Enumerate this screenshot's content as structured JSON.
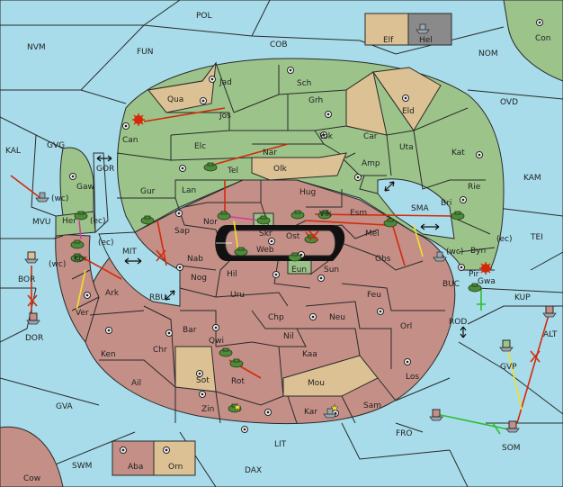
{
  "colors": {
    "sea": "#a8dcea",
    "north_power": "#9cc48a",
    "south_power": "#c48f86",
    "neutral": "#dcc194",
    "order_move": "#d42a0b",
    "order_support": "#f0e12a",
    "order_convoy": "#d33aa0",
    "order_hold": "#2fbf2f"
  },
  "sea_labels": {
    "pol": "POL",
    "nvm": "NVM",
    "fun": "FUN",
    "cob": "COB",
    "nom": "NOM",
    "con": "Con",
    "ovd": "OVD",
    "kam": "KAM",
    "tei": "TEI",
    "kal": "KAL",
    "gvg": "GVG",
    "gor": "GOR",
    "mvu": "MVU",
    "bor": "BOR",
    "dor": "DOR",
    "mit": "MIT",
    "rbu": "RBU",
    "sma": "SMA",
    "buc": "BUC",
    "kup": "KUP",
    "rod": "ROD",
    "alt": "ALT",
    "gvp": "GVP",
    "gva": "GVA",
    "fro": "FRO",
    "som": "SOM",
    "lit": "LIT",
    "swm": "SWM",
    "dax": "DAX",
    "cow": "Cow"
  },
  "green_labels": {
    "jad": "Jad",
    "sch": "Sch",
    "qua": "Qua",
    "jos": "Jos",
    "can": "Can",
    "grh": "Grh",
    "eld": "Eld",
    "elc": "Elc",
    "nar": "Nar",
    "yok": "Yok",
    "car": "Car",
    "uta": "Uta",
    "tel": "Tel",
    "olk": "Olk",
    "amp": "Amp",
    "kat": "Kat",
    "gaw": "Gaw",
    "gur": "Gur",
    "hug": "Hug",
    "rie": "Rie",
    "bri": "Bri",
    "her": "Her",
    "esm": "Esm",
    "sap": "Sap",
    "byn": "Byn",
    "pir": "Pir",
    "gwa": "Gwa",
    "elf": "Elf",
    "hel": "Hel"
  },
  "red_labels": {
    "lan": "Lan",
    "nor": "Nor",
    "skr": "Skr",
    "vik": "Vik",
    "ost": "Ost",
    "web": "Web",
    "mel": "Mel",
    "kor": "Kor",
    "nab": "Nab",
    "eun": "Eun",
    "sun": "Sun",
    "obs": "Obs",
    "ark": "Ark",
    "hil": "Hil",
    "nog": "Nog",
    "uru": "Uru",
    "feu": "Feu",
    "ver": "Ver",
    "chp": "Chp",
    "neu": "Neu",
    "orl": "Orl",
    "bar": "Bar",
    "ken": "Ken",
    "qwi": "Qwi",
    "nil": "Nil",
    "chr": "Chr",
    "kaa": "Kaa",
    "los": "Los",
    "ail": "Ail",
    "sot": "Sot",
    "rot": "Rot",
    "mou": "Mou",
    "zin": "Zin",
    "kar": "Kar",
    "sam": "Sam",
    "aba": "Aba",
    "orn": "Orn"
  },
  "coast_tags": {
    "wc1": "(wc)",
    "ec1": "(ec)",
    "ec2": "(ec)",
    "wc2": "(wc)",
    "wc3": "(wc)",
    "ec3": "(ec)"
  }
}
